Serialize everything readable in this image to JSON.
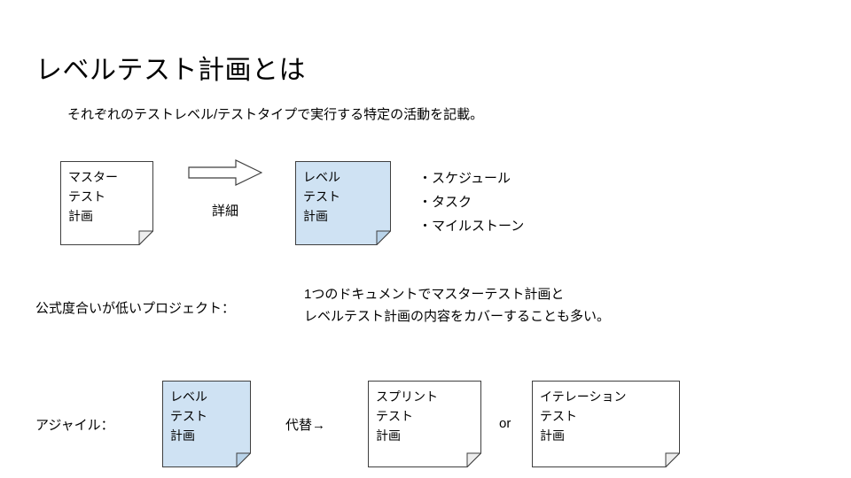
{
  "colors": {
    "note_white": "#ffffff",
    "note_blue": "#cfe2f3",
    "note_white_fold": "#ededed",
    "note_blue_fold": "#b9d3e9",
    "note_border": "#3f3f3f",
    "arrow_fill": "#ffffff",
    "arrow_stroke": "#3f3f3f"
  },
  "slide": {
    "title": "レベルテスト計画とは",
    "subtitle": "それぞれのテストレベル/テストタイプで実行する特定の活動を記載。"
  },
  "top_diagram": {
    "master_note": "マスター\nテスト\n計画",
    "arrow_label": "詳細",
    "level_note": "レベル\nテスト\n計画",
    "bullets": [
      "・スケジュール",
      "・タスク",
      "・マイルストーン"
    ]
  },
  "informal": {
    "label": "公式度合いが低いプロジェクト：",
    "text": "1つのドキュメントでマスターテスト計画と\nレベルテスト計画の内容をカバーすることも多い。"
  },
  "agile": {
    "label": "アジャイル：",
    "level_note": "レベル\nテスト\n計画",
    "alt_label": "代替→",
    "sprint_note": "スプリント\nテスト\n計画",
    "or_label": "or",
    "iteration_note": "イテレーション\nテスト\n計画"
  }
}
